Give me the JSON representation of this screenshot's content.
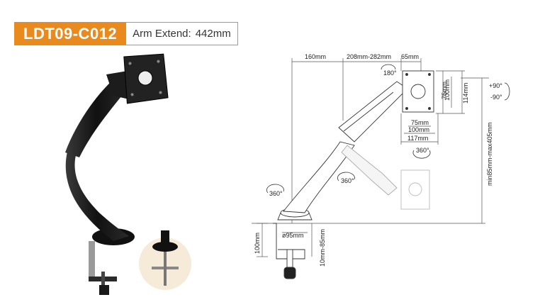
{
  "header": {
    "model": "LDT09-C012",
    "spec_label": "Arm Extend:",
    "spec_value": "442mm"
  },
  "dimensions": {
    "d160": "160mm",
    "d208_282": "208mm-282mm",
    "d65": "65mm",
    "d100_v": "100mm",
    "d75_v": "75mm",
    "d114": "114mm",
    "d75_h": "75mm",
    "d100_h": "100mm",
    "d117": "117mm",
    "height_range": "min85mm-max405mm",
    "d95": "ø95mm",
    "d100_clamp": "100mm",
    "d10_85": "10mm-85mm"
  },
  "rotations": {
    "r180": "180°",
    "r360_pivot": "360°",
    "r360_arm": "360°",
    "r360_base": "360°",
    "tilt_up": "+90°",
    "tilt_down": "-90°"
  },
  "colors": {
    "accent": "#e88a1e",
    "arm": "#1a1a1a",
    "line": "#444444"
  }
}
